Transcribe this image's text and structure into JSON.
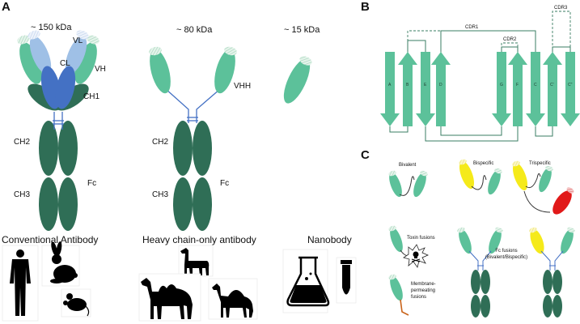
{
  "panels": {
    "a": "A",
    "b": "B",
    "c": "C"
  },
  "colors": {
    "light_green": "#5cc19a",
    "dark_green": "#2f6e56",
    "blue": "#4471c4",
    "light_blue": "#9fc0e6",
    "hinge": "#4471c4",
    "yellow": "#f5ea1a",
    "red": "#e11919"
  },
  "panel_a": {
    "conventional": {
      "weight": "~ 150 kDa",
      "domains": {
        "vl": "VL",
        "cl": "CL",
        "vh": "VH",
        "ch1": "CH1",
        "ch2": "CH2",
        "ch3": "CH3",
        "fc": "Fc"
      },
      "title": "Conventional Antibody"
    },
    "heavy_chain": {
      "weight": "~ 80 kDa",
      "domains": {
        "vhh": "VHH",
        "ch2": "CH2",
        "ch3": "CH3",
        "fc": "Fc"
      },
      "title": "Heavy chain-only antibody"
    },
    "nanobody": {
      "weight": "~ 15 kDa",
      "title": "Nanobody"
    },
    "animal_icons": [
      "human-icon",
      "rabbit-icon",
      "mouse-icon",
      "llama-icon",
      "camel-icon",
      "dromedary-icon",
      "flask-icon",
      "tube-icon"
    ]
  },
  "panel_b": {
    "cdr1": "CDR1",
    "cdr2": "CDR2",
    "cdr3": "CDR3",
    "strands": [
      "A",
      "B",
      "E",
      "D",
      "G",
      "F",
      "C",
      "C'",
      "C\""
    ]
  },
  "panel_c": {
    "bivalent": "Bivalent",
    "bispecific": "Bispecific",
    "trispecific": "Trispecific",
    "toxin_fusions": "Toxin fusions",
    "membrane_1": "Membrane-",
    "membrane_2": "permeating",
    "membrane_3": "fusions",
    "fc_fusions": "Fc fusions",
    "fc_fusions_sub": "(Bivalent/Bispecific)"
  }
}
